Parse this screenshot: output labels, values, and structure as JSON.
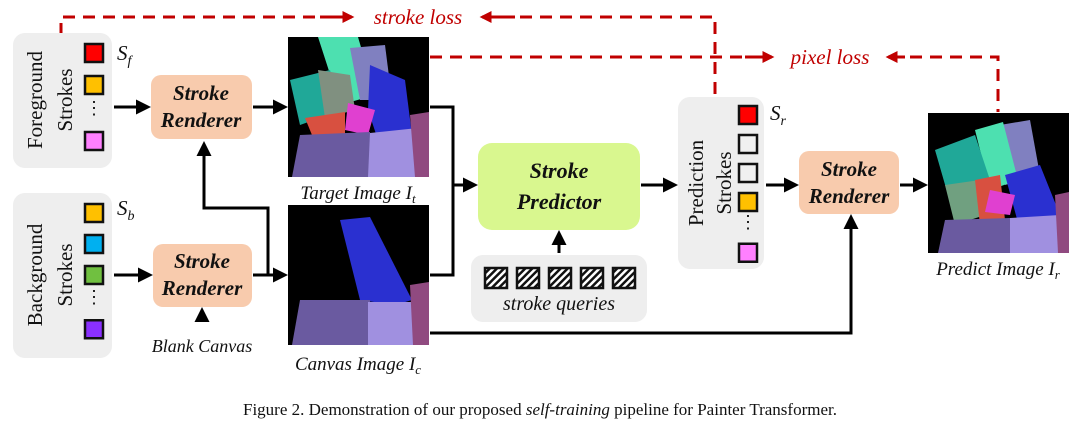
{
  "figure": {
    "caption_prefix": "Figure 2. Demonstration of our proposed ",
    "caption_italic": "self-training",
    "caption_suffix": " pipeline for Painter Transformer."
  },
  "losses": {
    "stroke_loss": "stroke loss",
    "pixel_loss": "pixel loss",
    "color": "#c00000"
  },
  "groups": {
    "foreground": {
      "line1": "Foreground",
      "line2": "Strokes",
      "symbol": "S",
      "subscript": "f",
      "swatches": [
        "#ff0000",
        "#ffc000",
        "dots",
        "#ff80ff"
      ]
    },
    "background": {
      "line1": "Background",
      "line2": "Strokes",
      "symbol": "S",
      "subscript": "b",
      "swatches": [
        "#ffc000",
        "#00b0f0",
        "#70c040",
        "dots",
        "#8a30ff"
      ]
    },
    "prediction": {
      "line1": "Prediction",
      "line2": "Strokes",
      "symbol": "S",
      "subscript": "r",
      "swatches": [
        "#ff0000",
        "#f0f0f0",
        "#f0f0f0",
        "#ffc000",
        "dots",
        "#ff80ff"
      ]
    }
  },
  "blocks": {
    "renderer_line1": "Stroke",
    "renderer_line2": "Renderer",
    "predictor_line1": "Stroke",
    "predictor_line2": "Predictor",
    "renderer_color": "#f8cbad",
    "predictor_color": "#d9f78f",
    "group_bg": "#eeeeee"
  },
  "labels": {
    "blank_canvas": "Blank Canvas",
    "target_image": "Target Image ",
    "target_sym": "I",
    "target_sub": "t",
    "canvas_image": "Canvas Image ",
    "canvas_sym": "I",
    "canvas_sub": "c",
    "predict_image": "Predict Image ",
    "predict_sym": "I",
    "predict_sub": "r",
    "stroke_queries": "stroke queries",
    "query_count": 5
  }
}
